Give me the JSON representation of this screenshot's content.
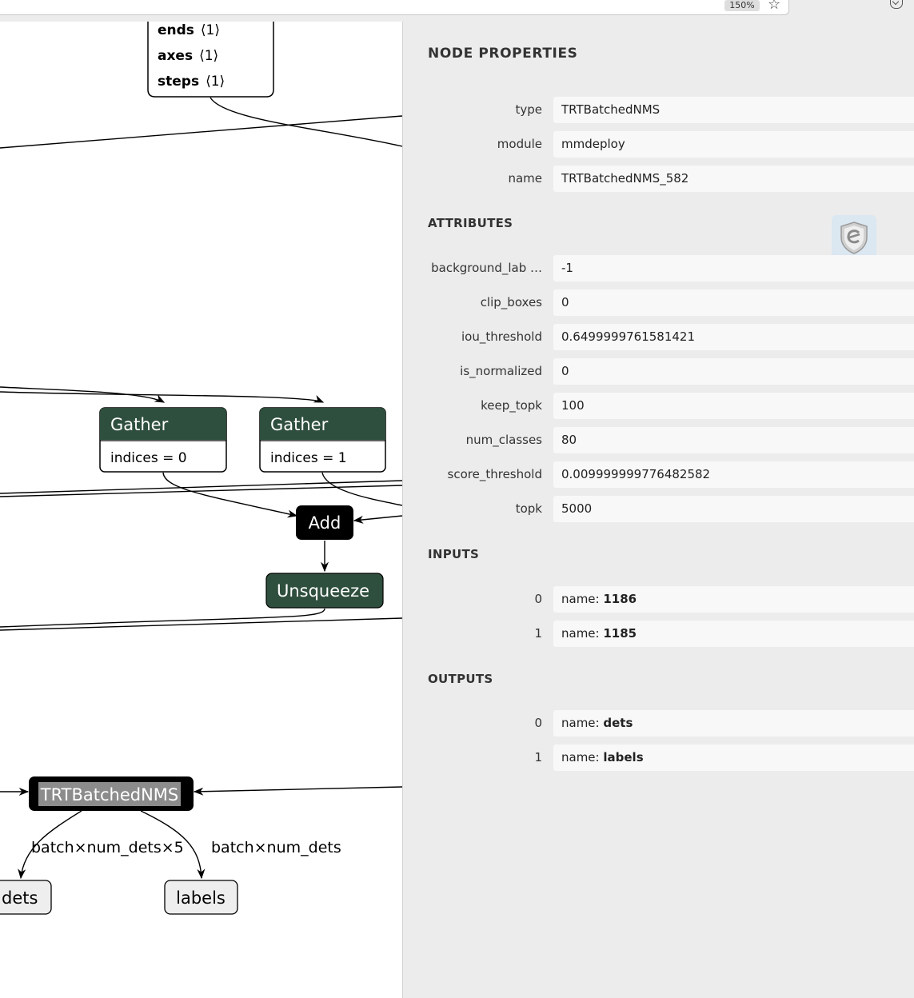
{
  "browser": {
    "zoom": "150%",
    "bookmark_icon": "star-icon",
    "pocket_icon": "pocket-icon"
  },
  "graph": {
    "slice_attrs": [
      {
        "name": "ends",
        "value": "⟨1⟩"
      },
      {
        "name": "axes",
        "value": "⟨1⟩"
      },
      {
        "name": "steps",
        "value": "⟨1⟩"
      }
    ],
    "gather_left": {
      "title": "Gather",
      "attr": "indices = 0"
    },
    "gather_right": {
      "title": "Gather",
      "attr": "indices = 1"
    },
    "add": "Add",
    "unsqueeze": "Unsqueeze",
    "trt": "TRTBatchedNMS",
    "edge_label_left": "batch×num_dets×5",
    "edge_label_right": "batch×num_dets",
    "output_dets": "dets",
    "output_labels": "labels",
    "colors": {
      "op_green": "#2f4f3e",
      "op_black": "#000000",
      "io_fill": "#eeeeee"
    }
  },
  "sidebar": {
    "title": "NODE PROPERTIES",
    "node": [
      {
        "label": "type",
        "value": "TRTBatchedNMS"
      },
      {
        "label": "module",
        "value": "mmdeploy"
      },
      {
        "label": "name",
        "value": "TRTBatchedNMS_582"
      }
    ],
    "attributes_title": "ATTRIBUTES",
    "attributes": [
      {
        "label": "background_lab …",
        "value": "-1"
      },
      {
        "label": "clip_boxes",
        "value": "0"
      },
      {
        "label": "iou_threshold",
        "value": "0.6499999761581421"
      },
      {
        "label": "is_normalized",
        "value": "0"
      },
      {
        "label": "keep_topk",
        "value": "100"
      },
      {
        "label": "num_classes",
        "value": "80"
      },
      {
        "label": "score_threshold",
        "value": "0.009999999776482582"
      },
      {
        "label": "topk",
        "value": "5000"
      }
    ],
    "inputs_title": "INPUTS",
    "inputs": [
      {
        "label": "0",
        "prefix": "name: ",
        "value": "1186"
      },
      {
        "label": "1",
        "prefix": "name: ",
        "value": "1185"
      }
    ],
    "outputs_title": "OUTPUTS",
    "outputs": [
      {
        "label": "0",
        "prefix": "name: ",
        "value": "dets"
      },
      {
        "label": "1",
        "prefix": "name: ",
        "value": "labels"
      }
    ],
    "floating_icon": "shield-icon"
  }
}
